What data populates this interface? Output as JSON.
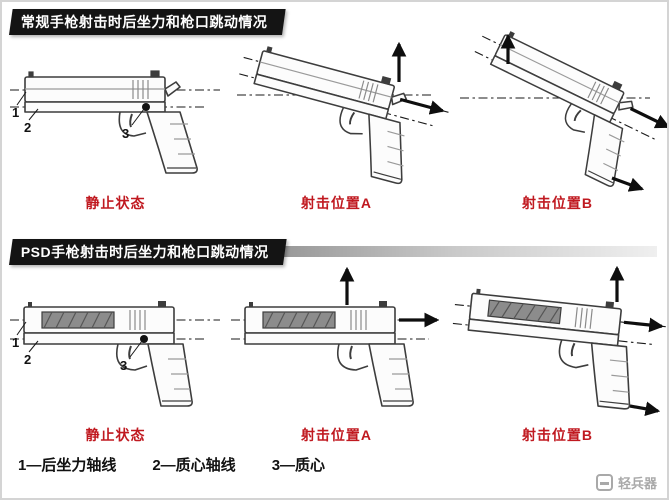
{
  "sections": [
    {
      "header": "常规手枪射击时后坐力和枪口跳动情况",
      "figures": [
        {
          "label": "静止状态",
          "callouts": [
            "1",
            "2",
            "3"
          ]
        },
        {
          "label": "射击位置A"
        },
        {
          "label": "射击位置B"
        }
      ]
    },
    {
      "header": "PSD手枪射击时后坐力和枪口跳动情况",
      "figures": [
        {
          "label": "静止状态",
          "callouts": [
            "1",
            "2",
            "3"
          ]
        },
        {
          "label": "射击位置A"
        },
        {
          "label": "射击位置B"
        }
      ]
    }
  ],
  "legend": {
    "items": [
      "1—后坐力轴线",
      "2—质心轴线",
      "3—质心"
    ]
  },
  "footer_logo": {
    "text": "轻兵器"
  },
  "colors": {
    "label_red": "#c01920",
    "banner_bg": "#141414",
    "banner_text": "#ffffff",
    "line_black": "#111111"
  }
}
